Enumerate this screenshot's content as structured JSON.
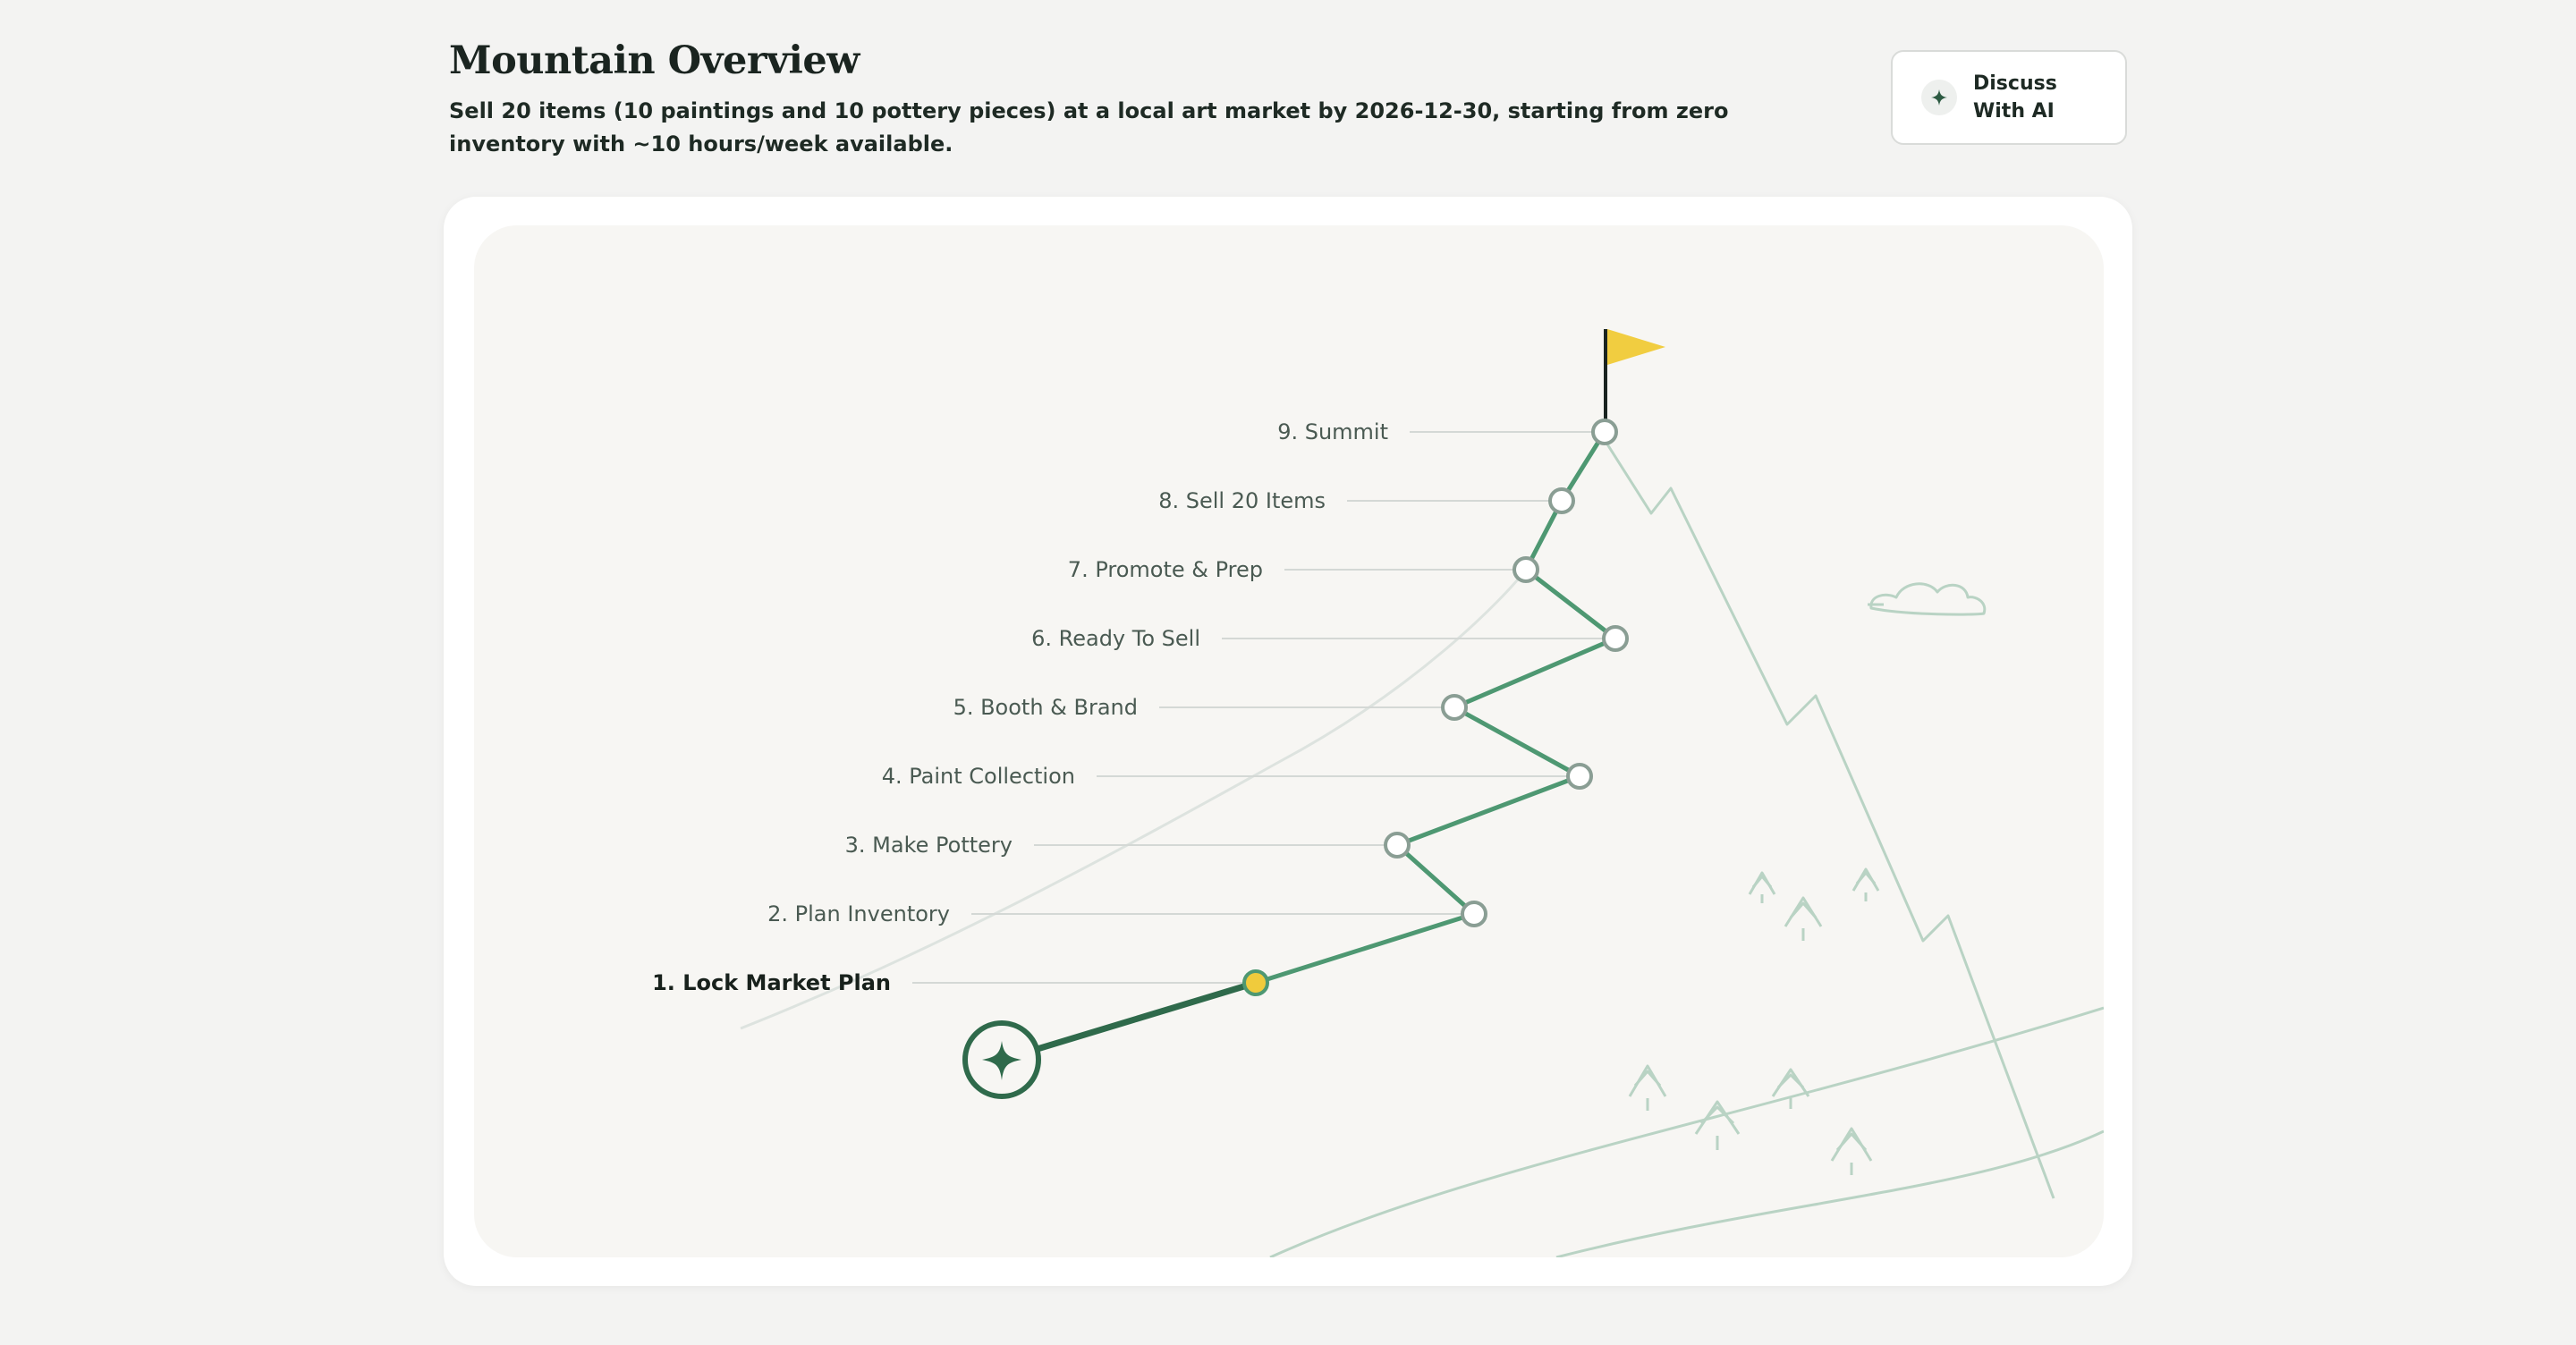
{
  "header": {
    "title": "Mountain Overview",
    "goal": "Sell 20 items (10 paintings and 10 pottery pieces) at a local art market by 2026-12-30, starting from zero inventory with ~10 hours/week available.",
    "discuss_button_label": "Discuss With AI",
    "discuss_button_icon": "sparkle-icon"
  },
  "mountain": {
    "start_icon": "compass-star-icon",
    "summit_icon": "flag-icon",
    "milestones": [
      {
        "label": "1. Lock Market Plan",
        "status": "current"
      },
      {
        "label": "2. Plan Inventory",
        "status": "upcoming"
      },
      {
        "label": "3. Make Pottery",
        "status": "upcoming"
      },
      {
        "label": "4. Paint Collection",
        "status": "upcoming"
      },
      {
        "label": "5. Booth & Brand",
        "status": "upcoming"
      },
      {
        "label": "6. Ready To Sell",
        "status": "upcoming"
      },
      {
        "label": "7. Promote & Prep",
        "status": "upcoming"
      },
      {
        "label": "8. Sell 20 Items",
        "status": "upcoming"
      },
      {
        "label": "9. Summit",
        "status": "upcoming"
      }
    ]
  },
  "colors": {
    "path_green": "#4e9872",
    "path_done": "#2f6a4b",
    "node_ring": "#8a9e94",
    "current_node": "#f0cb3c",
    "flag": "#f1cd40",
    "scenery": "#b9d3c4",
    "text_dark": "#1a2420",
    "text_muted": "#4a5a52"
  }
}
